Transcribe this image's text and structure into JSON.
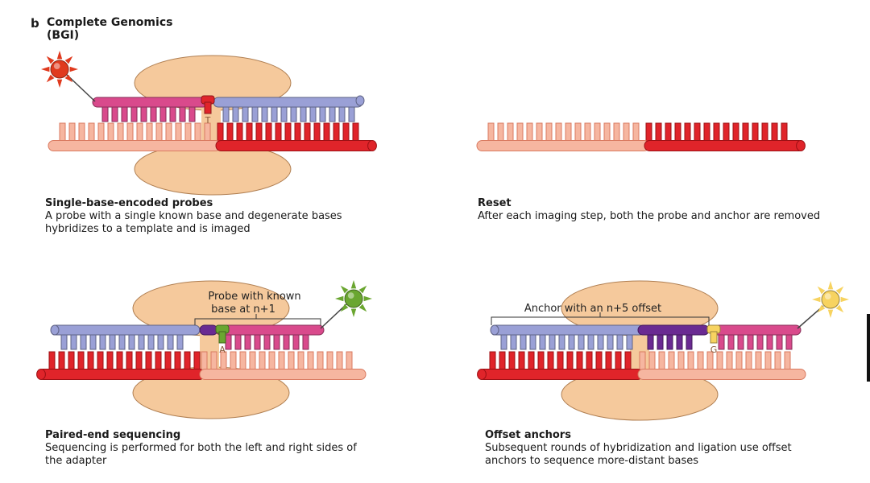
{
  "header": {
    "letter": "b",
    "title_line1": "Complete Genomics",
    "title_line2": "(BGI)"
  },
  "colors": {
    "template_light": "#f6b6a0",
    "template_light_edge": "#d97a60",
    "template_dark": "#e0242a",
    "template_dark_edge": "#9c1014",
    "probe_pink": "#d94a8c",
    "probe_lavender": "#9aa0d6",
    "probe_purple": "#6a2a92",
    "ribosome": "#f5c99c",
    "ribosome_edge": "#b07f52",
    "fluor_red": "#e03a1e",
    "fluor_green": "#6aa630",
    "fluor_yellow": "#f7d360"
  },
  "panels": [
    {
      "id": "single-base",
      "title": "Single-base-encoded probes",
      "lines": [
        "A probe with a single known base and degenerate bases",
        "hybridizes to a template and is imaged"
      ],
      "base_label": "T",
      "bracket_label": []
    },
    {
      "id": "reset",
      "title": "Reset",
      "lines": [
        "After each imaging step, both the probe and anchor are removed"
      ],
      "base_label": "",
      "bracket_label": []
    },
    {
      "id": "paired-end",
      "title": "Paired-end sequencing",
      "lines": [
        "Sequencing is performed for both the left and right sides of",
        "the adapter"
      ],
      "base_label": "A",
      "bracket_label": [
        "Probe with known",
        "base at n+1"
      ]
    },
    {
      "id": "offset",
      "title": "Offset anchors",
      "lines": [
        "Subsequent rounds of hybridization and ligation use offset",
        "anchors to sequence more-distant bases"
      ],
      "base_label": "G",
      "bracket_label": [
        "Anchor with an n+5 offset"
      ]
    }
  ]
}
